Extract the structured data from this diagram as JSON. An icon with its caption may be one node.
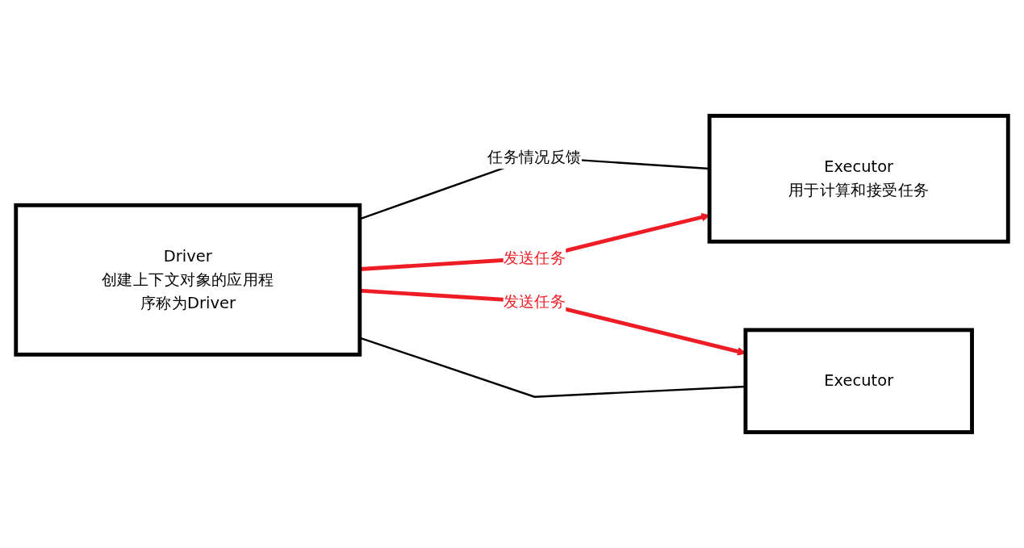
{
  "diagram": {
    "nodes": [
      {
        "text": [
          "Driver",
          "创建上下文对象的应用程序称为Driver"
        ]
      },
      {
        "text": [
          "Executor",
          "用于计算和接受任务"
        ]
      },
      {
        "text": [
          "Executor"
        ]
      }
    ],
    "edges": [
      {
        "from": 0,
        "to": 1,
        "arrow": "none",
        "label": "任务情况反馈"
      },
      {
        "from": 0,
        "to": 1,
        "arrow": "to",
        "label": "发送任务",
        "style": "thick",
        "color": "#ee1c24"
      },
      {
        "from": 0,
        "to": 2,
        "arrow": "to",
        "label": "发送任务",
        "style": "thick",
        "color": "#ee1c24"
      },
      {
        "from": 0,
        "to": 2,
        "arrow": "none"
      }
    ]
  }
}
